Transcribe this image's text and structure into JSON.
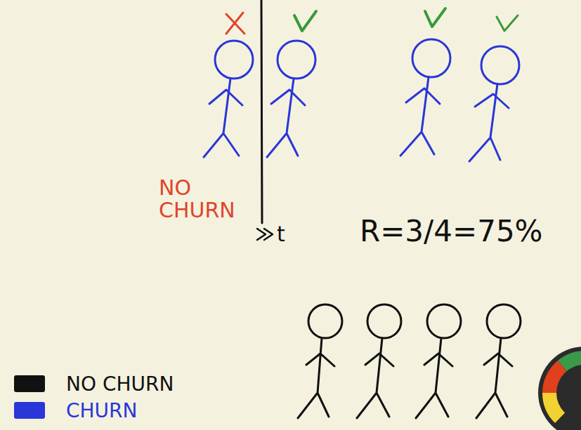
{
  "diagram": {
    "labels": [
      "NO CHURN",
      "t",
      "R=3/4=75%"
    ],
    "legend": [
      {
        "text": "NO CHURN",
        "color": "#111111"
      },
      {
        "text": "CHURN",
        "color": "#2a36d8"
      }
    ]
  }
}
